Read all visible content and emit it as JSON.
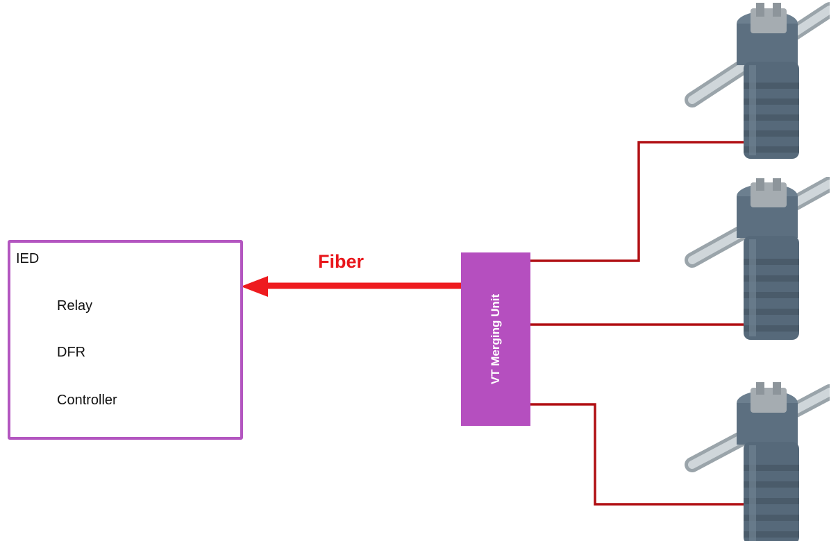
{
  "ied": {
    "title": "IED",
    "functions": [
      "Relay",
      "DFR",
      "Controller"
    ]
  },
  "link": {
    "label": "Fiber"
  },
  "merging_unit": {
    "label": "VT Merging Unit"
  },
  "voltage_transformers": [
    {
      "icon": "voltage-transformer-icon"
    },
    {
      "icon": "voltage-transformer-icon"
    },
    {
      "icon": "voltage-transformer-icon"
    }
  ],
  "colors": {
    "ied_border": "#b356c0",
    "merging_unit_fill": "#b54fbf",
    "fiber": "#e8161b",
    "wire": "#b00e12",
    "vt_body": "#5c6f80"
  }
}
